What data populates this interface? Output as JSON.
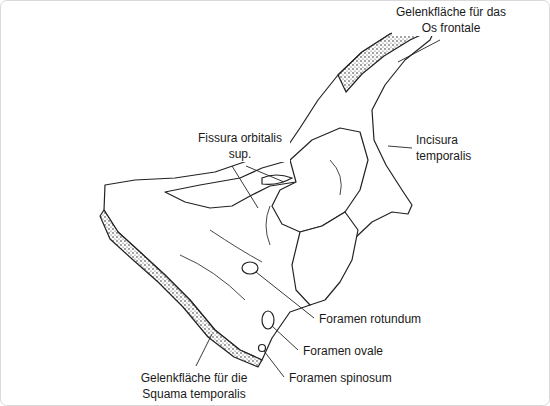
{
  "diagram": {
    "labels": [
      "Gelenkfläche für das Os frontale",
      "Fissura orbitalis sup.",
      "Incisura temporalis",
      "Foramen rotundum",
      "Foramen ovale",
      "Foramen spinosum",
      "Gelenkfläche für die Squama temporalis"
    ]
  }
}
